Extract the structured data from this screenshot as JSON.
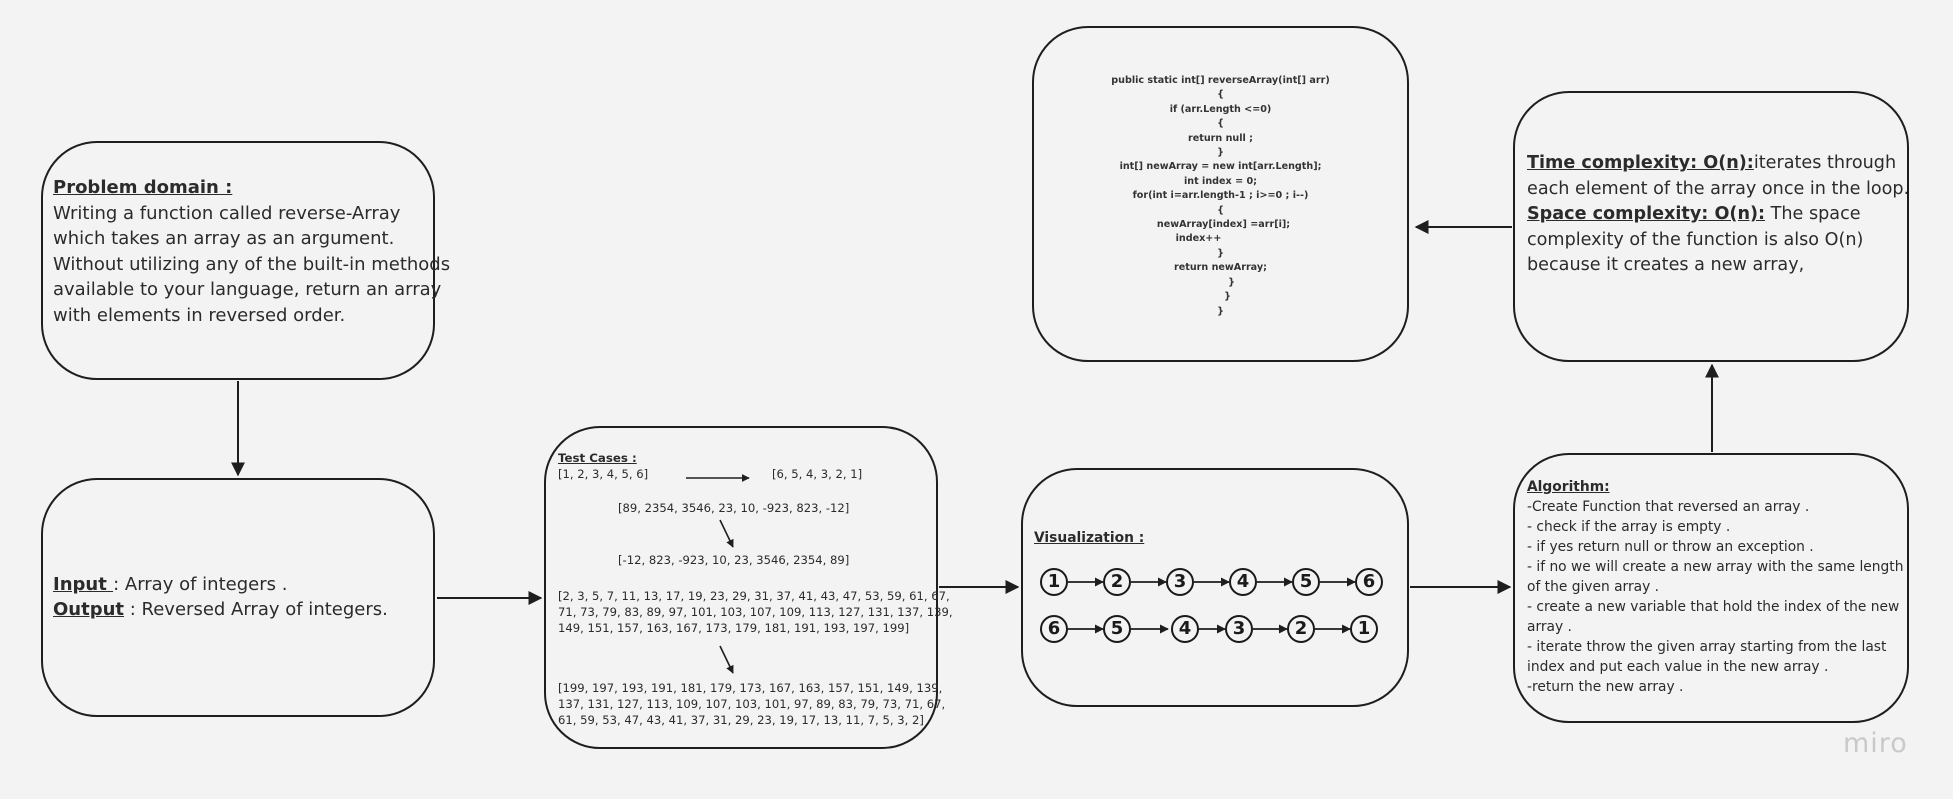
{
  "problem_domain": {
    "title": "Problem domain :",
    "lines": [
      "Writing a function called reverse-Array",
      "which takes an array as an argument.",
      "Without utilizing any of the built-in methods",
      "available to your language, return an array",
      "with elements in reversed order."
    ]
  },
  "io": {
    "input_label": "Input ",
    "input_text": ": Array of integers .",
    "output_label": "Output",
    "output_text": " : Reversed Array of integers."
  },
  "test_cases": {
    "title": "Test Cases :",
    "case1_input": "[1, 2, 3, 4, 5, 6]",
    "case1_output": "[6, 5, 4, 3, 2, 1]",
    "case2_input": "[89, 2354, 3546, 23, 10, -923, 823, -12]",
    "case2_output": "[-12, 823, -923, 10, 23, 3546, 2354, 89]",
    "case3_input": [
      "[2, 3, 5, 7, 11, 13, 17, 19, 23, 29, 31, 37, 41, 43, 47, 53, 59, 61, 67,",
      "71, 73, 79, 83, 89, 97, 101, 103, 107, 109, 113, 127, 131, 137, 139,",
      "149, 151, 157, 163, 167, 173, 179, 181, 191, 193, 197, 199]"
    ],
    "case3_output": [
      "[199, 197, 193, 191, 181, 179, 173, 167, 163, 157, 151, 149, 139,",
      "137, 131, 127, 113, 109, 107, 103, 101, 97, 89, 83, 79, 73, 71, 67,",
      "61, 59, 53, 47, 43, 41, 37, 31, 29, 23, 19, 17, 13, 11, 7, 5, 3, 2]"
    ]
  },
  "visualization": {
    "title": "Visualization :",
    "row1": [
      "1",
      "2",
      "3",
      "4",
      "5",
      "6"
    ],
    "row2": [
      "6",
      "5",
      "4",
      "3",
      "2",
      "1"
    ]
  },
  "algorithm": {
    "title": "Algorithm: ",
    "steps": [
      "-Create Function that reversed an array .",
      "- check if the array is empty .",
      "- if yes return null or throw an exception .",
      "- if no we will create a new array with the same length",
      "of the given array .",
      "- create a new variable that hold the index of the new",
      "array .",
      "- iterate throw the given array starting from the last",
      "index and put each value in the new array .",
      "-return the new array ."
    ]
  },
  "complexity": {
    "time_label": "Time complexity: O(n):",
    "time_text": "iterates through",
    "time_line2": "each element of the array once in the loop.",
    "space_label": "Space complexity: O(n):",
    "space_text": " The space",
    "space_line2": "complexity of the function is also O(n)",
    "space_line3": "because it creates a new array,"
  },
  "code": {
    "lines": [
      "public static int[] reverseArray(int[] arr)",
      "{",
      "if (arr.Length <=0)",
      "{",
      "return null ;",
      "}",
      "int[] newArray = new int[arr.Length];",
      "int index = 0;",
      "for(int i=arr.length-1 ; i>=0 ; i--)",
      "{",
      "newArray[index] =arr[i];",
      "index++",
      "}",
      "",
      "return newArray;",
      "",
      "}",
      "}",
      "}"
    ]
  },
  "brand": {
    "logo": "miro"
  }
}
